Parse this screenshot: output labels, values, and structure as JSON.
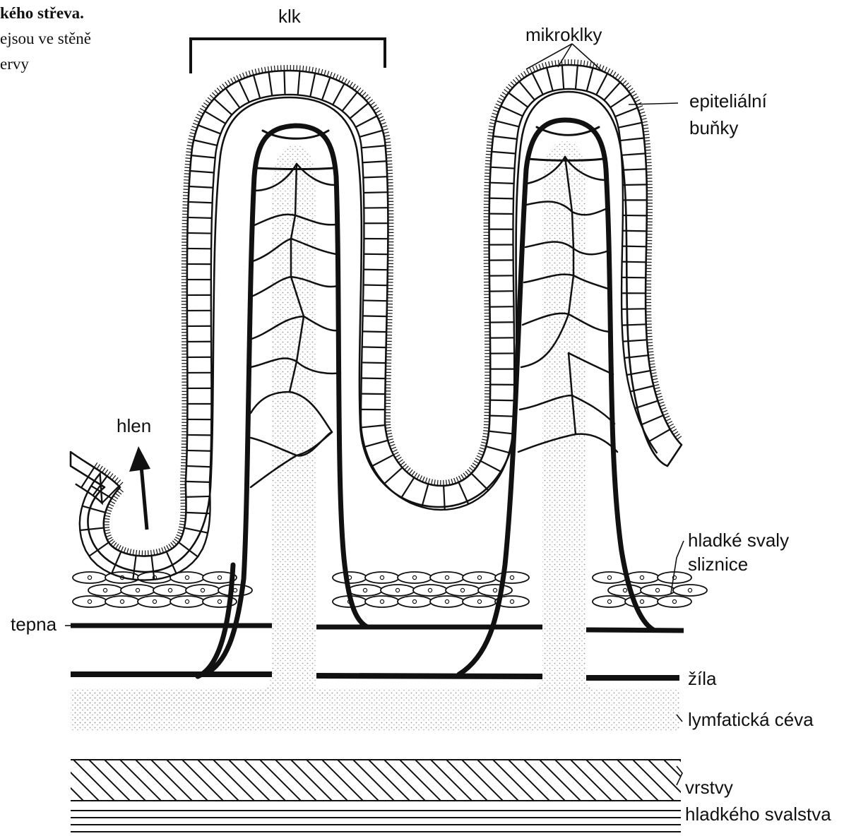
{
  "caption": {
    "line1": "kého střeva.",
    "line2": "ejsou ve stěně",
    "line3": "ervy"
  },
  "labels": {
    "klk": "klk",
    "mikroklky": "mikroklky",
    "epitelialni_1": "epiteliální",
    "epitelialni_2": "buňky",
    "hlen": "hlen",
    "hladke_svaly_1": "hladké svaly",
    "hladke_svaly_2": "sliznice",
    "tepna": "tepna",
    "zila": "žíla",
    "lymfaticka": "lymfatická céva",
    "vrstvy_1": "vrstvy",
    "vrstvy_2": "hladkého svalstva"
  },
  "colors": {
    "ink": "#111111",
    "background": "#ffffff",
    "stipple": "#bbbbbb"
  }
}
